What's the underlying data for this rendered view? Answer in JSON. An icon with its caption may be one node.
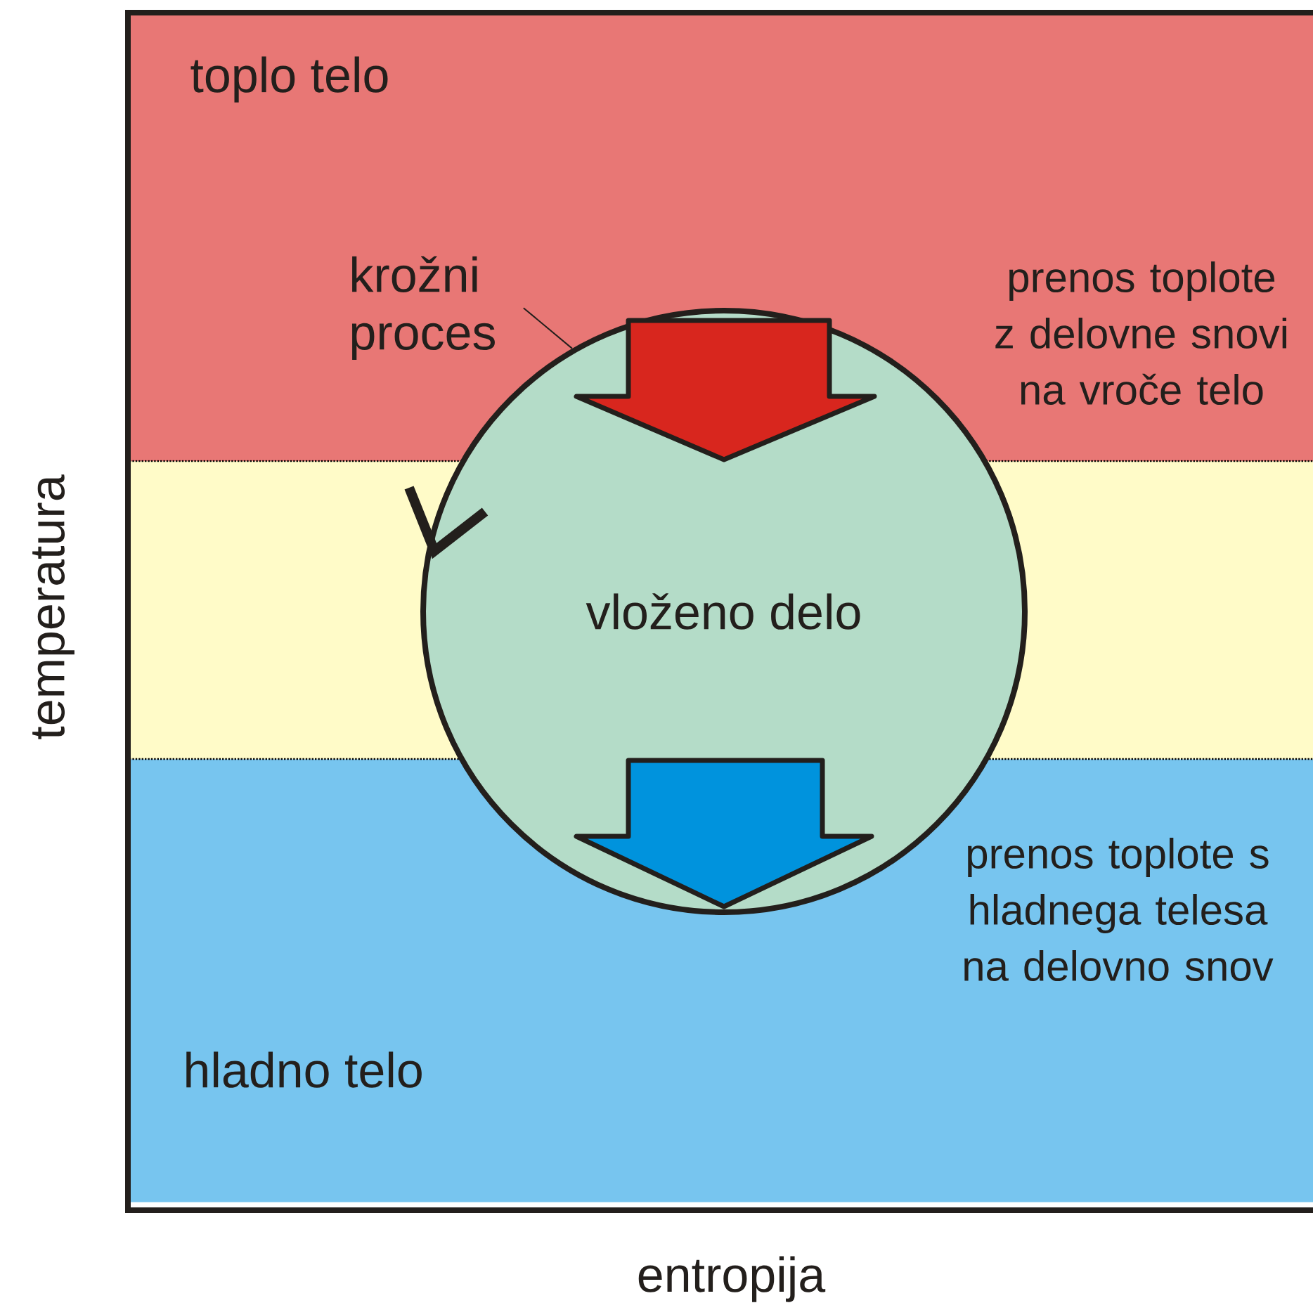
{
  "diagram": {
    "nodes": [
      {
        "text": [
          "toplo telo"
        ]
      },
      {
        "text": [
          "hladno telo"
        ]
      },
      {
        "text": [
          "vloženo delo"
        ]
      },
      {
        "text": [
          "krožni proces"
        ],
        "in": 0
      }
    ],
    "edges": [
      {
        "from": 3,
        "to": 2,
        "arrow": "none"
      }
    ],
    "labels": [
      "prenos toplote z delovne snovi na vroče telo",
      "prenos toplote s hladnega telesa na delovno snov",
      "temperatura",
      "entropija"
    ]
  }
}
